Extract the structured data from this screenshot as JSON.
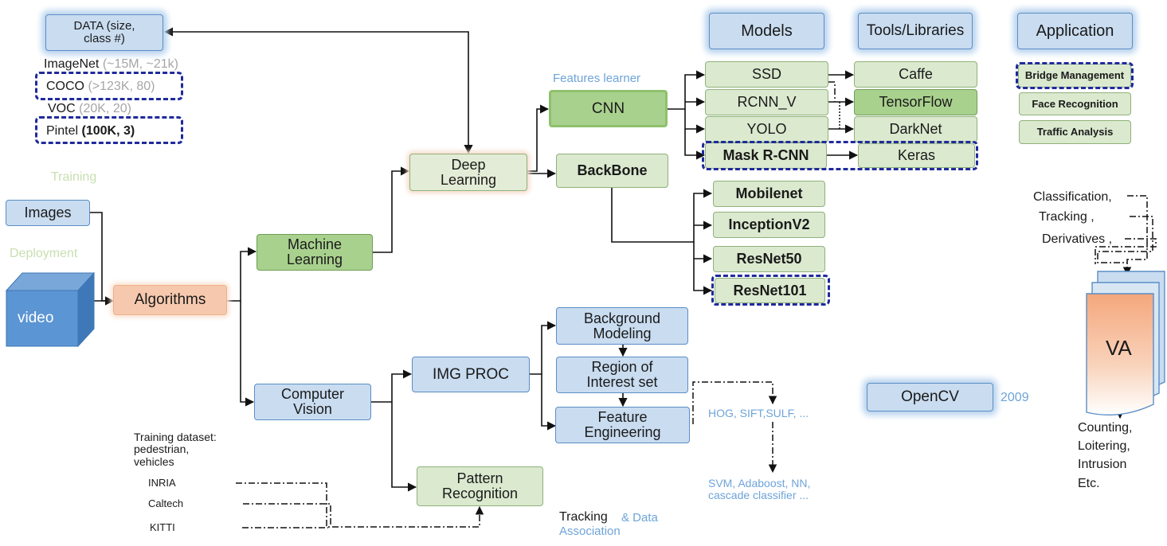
{
  "header": {
    "models": "Models",
    "tools": "Tools/Libraries",
    "application": "Application"
  },
  "data_box": {
    "label": "DATA (size, class #)",
    "datasets": [
      {
        "name": "ImageNet",
        "detail": "(~15M, ~21k)"
      },
      {
        "name": "COCO",
        "detail": "(>123K, 80)"
      },
      {
        "name": "VOC",
        "detail": "(20K, 20)"
      },
      {
        "name": "Pintel",
        "detail": "(100K, 3)"
      }
    ]
  },
  "labels": {
    "training": "Training",
    "deployment": "Deployment",
    "features_learner": "Features learner",
    "year": "2009",
    "hog": "HOG, SIFT,SULF, ...",
    "svm": "SVM, Adaboost, NN,\ncascade classifier ...",
    "tracking": "Tracking",
    "data_assoc": "& Data\nAssociation",
    "outputs": "Counting,\nLoitering,\nIntrusion\nEtc.",
    "va_inputs": [
      "Classification,",
      "Tracking ,",
      "Derivatives ,"
    ],
    "training_dataset": "Training dataset:\npedestrian,\nvehicles",
    "datasets2": [
      "INRIA",
      "Caltech",
      "KITTI"
    ]
  },
  "nodes": {
    "images": "Images",
    "video": "video",
    "algorithms": "Algorithms",
    "machine_learning": "Machine\nLearning",
    "computer_vision": "Computer\nVision",
    "deep_learning": "Deep\nLearning",
    "cnn": "CNN",
    "backbone": "BackBone",
    "img_proc": "IMG PROC",
    "pattern_recognition": "Pattern\nRecognition",
    "background_modeling": "Background\nModeling",
    "roi": "Region of\nInterest set",
    "feature_engineering": "Feature\nEngineering",
    "opencv": "OpenCV",
    "va": "VA"
  },
  "models": [
    "SSD",
    "RCNN_V",
    "YOLO",
    "Mask R-CNN"
  ],
  "tools": [
    "Caffe",
    "TensorFlow",
    "DarkNet",
    "Keras"
  ],
  "backbones": [
    "Mobilenet",
    "InceptionV2",
    "ResNet50",
    "ResNet101"
  ],
  "applications": [
    "Bridge Management",
    "Face Recognition",
    "Traffic Analysis"
  ]
}
